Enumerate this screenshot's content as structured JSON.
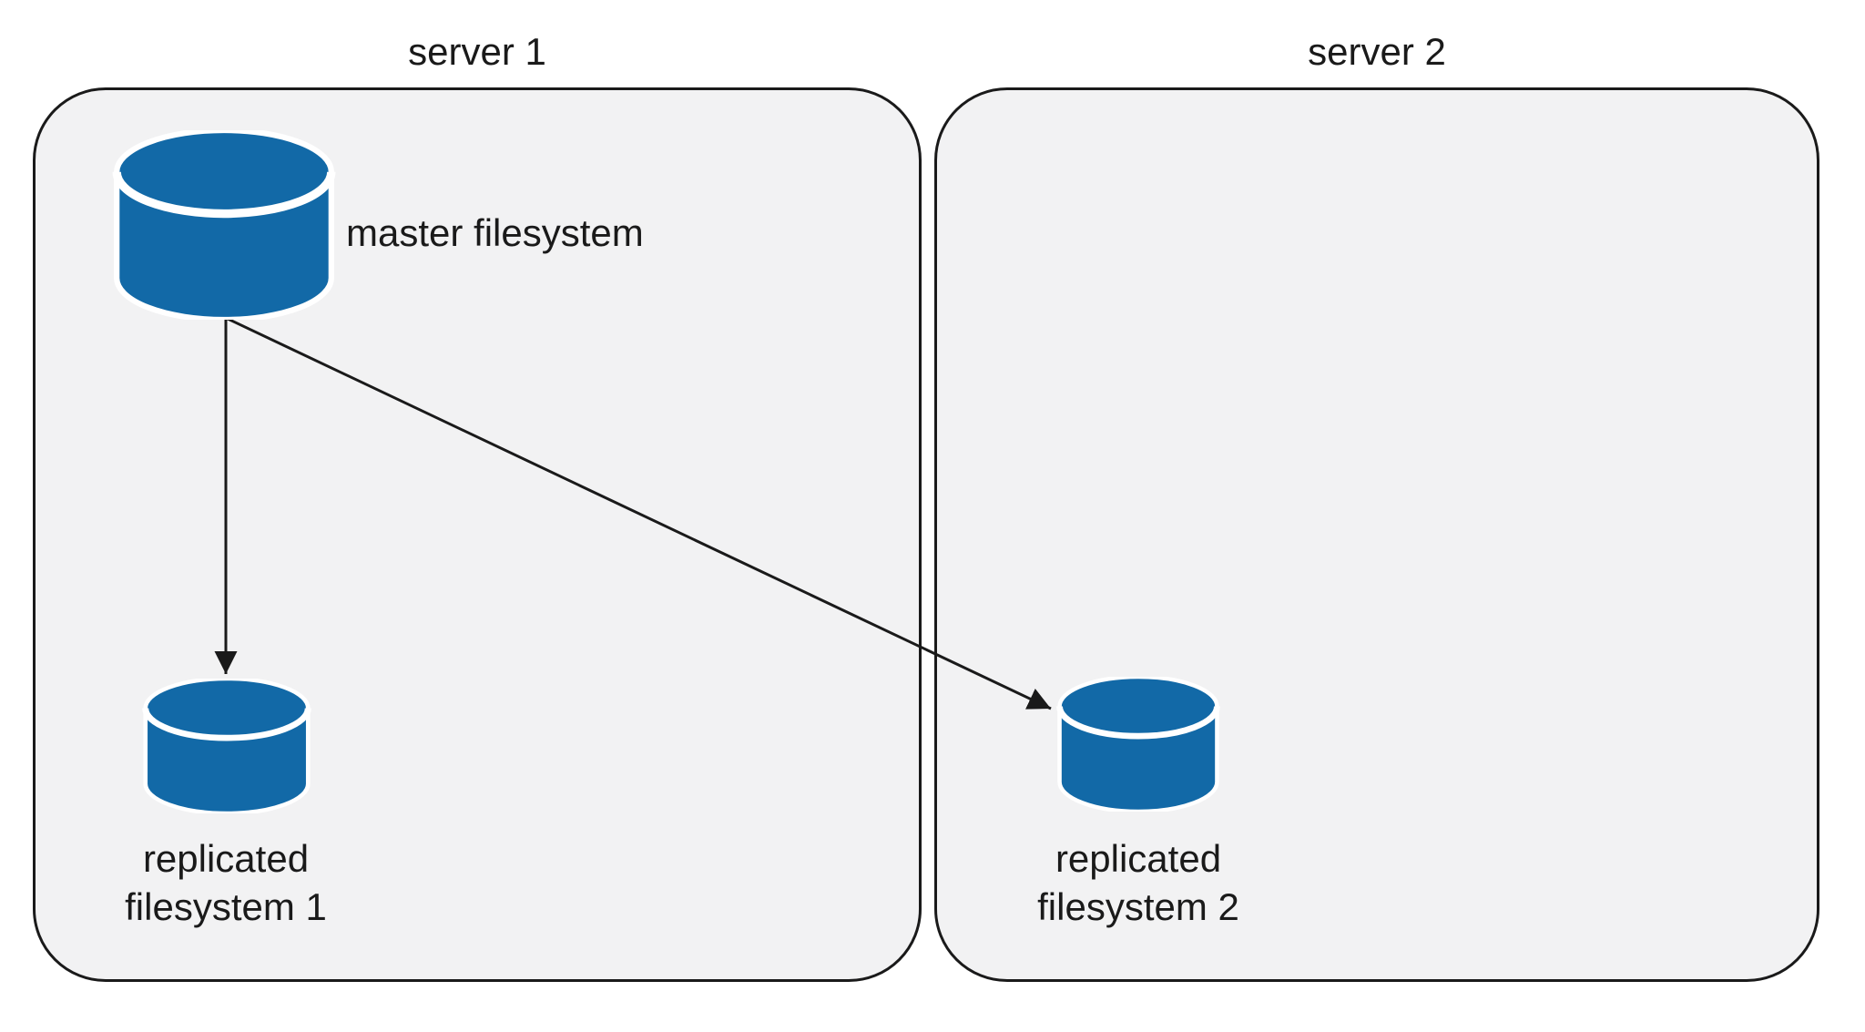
{
  "diagram": {
    "type": "architecture-diagram",
    "groups": [
      {
        "id": "server1",
        "label": "server 1"
      },
      {
        "id": "server2",
        "label": "server 2"
      }
    ],
    "nodes": [
      {
        "id": "master",
        "label": "master filesystem",
        "icon": "database-cylinder-icon",
        "group": "server1"
      },
      {
        "id": "replica1",
        "label_line1": "replicated",
        "label_line2": "filesystem 1",
        "icon": "database-cylinder-icon",
        "group": "server1"
      },
      {
        "id": "replica2",
        "label_line1": "replicated",
        "label_line2": "filesystem 2",
        "icon": "database-cylinder-icon",
        "group": "server2"
      }
    ],
    "edges": [
      {
        "from": "master",
        "to": "replica1",
        "style": "solid-arrow"
      },
      {
        "from": "master",
        "to": "replica2",
        "style": "solid-arrow"
      }
    ],
    "colors": {
      "cylinder_fill": "#1269a7",
      "cylinder_highlight": "#ffffff",
      "group_fill": "#f2f2f3",
      "group_border": "#1a1a1a",
      "arrow": "#1a1a1a",
      "text": "#1a1a1a",
      "background": "#ffffff"
    }
  }
}
